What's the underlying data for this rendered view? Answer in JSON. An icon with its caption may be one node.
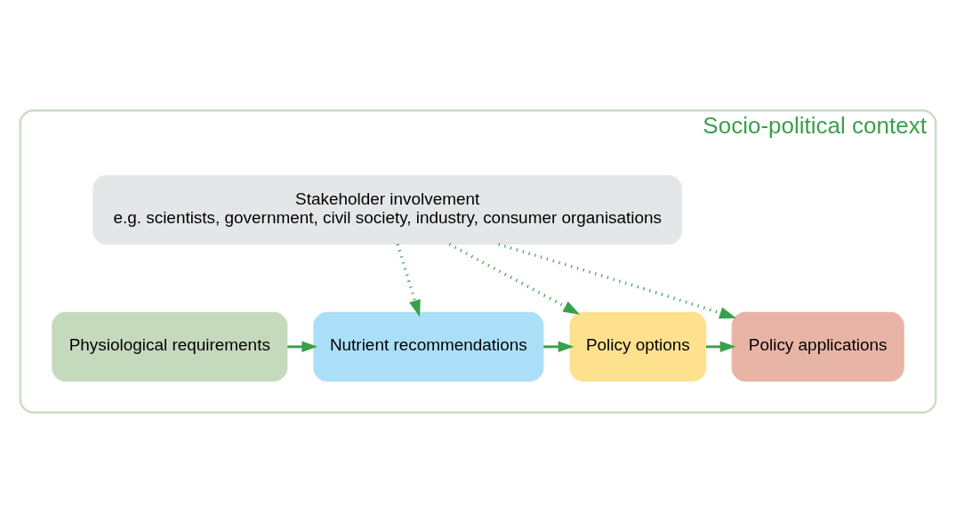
{
  "diagram": {
    "nodes": [
      {
        "text": [
          "Socio-political context"
        ]
      },
      {
        "text": [
          "Stakeholder involvement",
          "e.g. scientists, government, civil society, industry, consumer organisations"
        ],
        "in": 0
      },
      {
        "text": [
          "Physiological requirements"
        ],
        "in": 0
      },
      {
        "text": [
          "Nutrient recommendations"
        ],
        "in": 0
      },
      {
        "text": [
          "Policy options"
        ],
        "in": 0
      },
      {
        "text": [
          "Policy applications"
        ],
        "in": 0
      }
    ],
    "edges": [
      {
        "from": 1,
        "to": 3,
        "arrow": "to",
        "style": "dashed"
      },
      {
        "from": 1,
        "to": 4,
        "arrow": "to",
        "style": "dashed"
      },
      {
        "from": 1,
        "to": 5,
        "arrow": "to",
        "style": "dashed"
      },
      {
        "from": 2,
        "to": 3,
        "arrow": "to"
      },
      {
        "from": 3,
        "to": 4,
        "arrow": "to"
      },
      {
        "from": 4,
        "to": 5,
        "arrow": "to"
      }
    ]
  }
}
